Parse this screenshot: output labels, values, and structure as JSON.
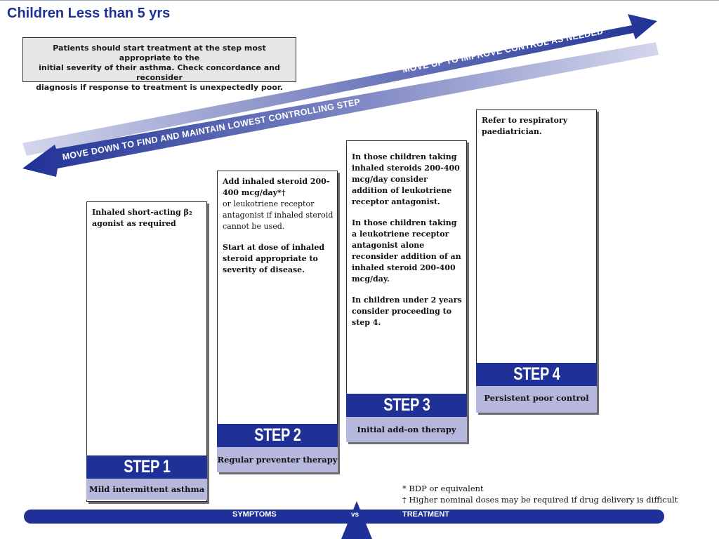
{
  "page": {
    "title": "Children Less than 5 yrs"
  },
  "note": {
    "lines": [
      "Patients should start treatment at the step most appropriate to the",
      "initial severity of their asthma. Check concordance and reconsider",
      "diagnosis if response to treatment is unexpectedly poor."
    ]
  },
  "arrows": {
    "up_label": "MOVE UP TO IMPROVE CONTROL AS NEEDED",
    "down_label": "MOVE DOWN TO FIND AND MAINTAIN LOWEST CONTROLLING STEP"
  },
  "steps": [
    {
      "step": "STEP 1",
      "subtitle": "Mild intermittent asthma",
      "paragraphs": [
        "Inhaled short-acting β₂ agonist as required"
      ]
    },
    {
      "step": "STEP 2",
      "subtitle": "Regular preventer therapy",
      "paragraphs": [
        "Add inhaled steroid 200-400 mcg/day*†",
        "or leukotriene receptor antagonist if inhaled steroid cannot be used.",
        "Start at dose of inhaled steroid appropriate to severity of disease."
      ]
    },
    {
      "step": "STEP 3",
      "subtitle": "Initial add-on therapy",
      "paragraphs": [
        "In those children taking inhaled steroids 200-400 mcg/day consider addition of leukotriene receptor antagonist.",
        "In those children taking a leukotriene receptor antagonist alone reconsider addition of an inhaled steroid 200-400 mcg/day.",
        "In children under 2 years consider proceeding to step 4."
      ]
    },
    {
      "step": "STEP 4",
      "subtitle": "Persistent poor control",
      "paragraphs": [
        "Refer to respiratory paediatrician."
      ]
    }
  ],
  "footnotes": [
    "* BDP or equivalent",
    "† Higher nominal doses may be required if drug delivery is difficult"
  ],
  "bottom_bar": {
    "left": "SYMPTOMS",
    "middle": "vs",
    "right": "TREATMENT"
  },
  "colors": {
    "brand_blue": "#1f3196",
    "light_lavender": "#b5b7dc"
  }
}
